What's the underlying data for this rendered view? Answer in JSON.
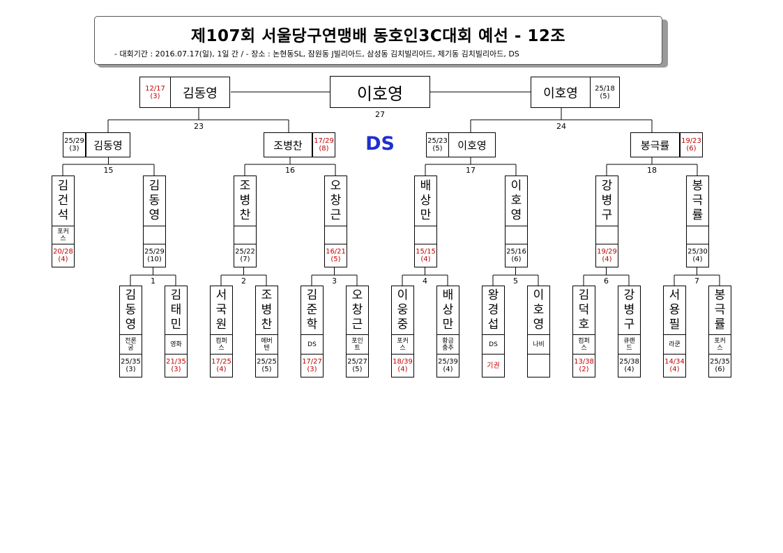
{
  "header": {
    "title": "제107회 서울당구연맹배 동호인3C대회 예선 - 12조",
    "subtitle": "- 대회기간 : 2016.07.17(일), 1일 간 / - 장소 : 논현동SL, 잠원동 J빌리아드, 삼성동 김치빌리아드, 제기동 김치빌리아드, DS"
  },
  "venue": "DS",
  "final": {
    "winner": "이호영",
    "match_no": "27",
    "left": {
      "name": "김동영",
      "score": "12/17",
      "innings": "(3)",
      "loss": true
    },
    "right": {
      "name": "이호영",
      "score": "25/18",
      "innings": "(5)",
      "loss": false
    }
  },
  "semis": {
    "left_no": "23",
    "right_no": "24",
    "players": [
      {
        "name": "김동영",
        "score": "25/29",
        "innings": "(3)",
        "loss": false
      },
      {
        "name": "조병찬",
        "score": "17/29",
        "innings": "(8)",
        "loss": true
      },
      {
        "name": "이호영",
        "score": "25/23",
        "innings": "(5)",
        "loss": false
      },
      {
        "name": "봉극률",
        "score": "19/23",
        "innings": "(6)",
        "loss": true
      }
    ]
  },
  "round2": {
    "match_nos": [
      "15",
      "16",
      "17",
      "18"
    ],
    "players": [
      {
        "name": "김건석",
        "club": "포커스",
        "score": "20/28",
        "innings": "(4)",
        "loss": true
      },
      {
        "name": "김동영",
        "club": "",
        "score": "25/29",
        "innings": "(10)",
        "loss": false
      },
      {
        "name": "조병찬",
        "club": "",
        "score": "25/22",
        "innings": "(7)",
        "loss": false
      },
      {
        "name": "오창근",
        "club": "",
        "score": "16/21",
        "innings": "(5)",
        "loss": true
      },
      {
        "name": "배상만",
        "club": "",
        "score": "15/15",
        "innings": "(4)",
        "loss": true
      },
      {
        "name": "이호영",
        "club": "",
        "score": "25/16",
        "innings": "(6)",
        "loss": false
      },
      {
        "name": "강병구",
        "club": "",
        "score": "19/29",
        "innings": "(4)",
        "loss": true
      },
      {
        "name": "봉극률",
        "club": "",
        "score": "25/30",
        "innings": "(4)",
        "loss": false
      }
    ]
  },
  "round1": {
    "match_nos": [
      "1",
      "2",
      "3",
      "4",
      "5",
      "6",
      "7"
    ],
    "players": [
      {
        "name": "김동영",
        "club": "전론궁",
        "score": "25/35",
        "innings": "(3)",
        "loss": false
      },
      {
        "name": "김태민",
        "club": "영화",
        "score": "21/35",
        "innings": "(3)",
        "loss": true
      },
      {
        "name": "서국원",
        "club": "컴퍼스",
        "score": "17/25",
        "innings": "(4)",
        "loss": true
      },
      {
        "name": "조병찬",
        "club": "에버텐",
        "score": "25/25",
        "innings": "(5)",
        "loss": false
      },
      {
        "name": "김준학",
        "club": "DS",
        "score": "17/27",
        "innings": "(3)",
        "loss": true
      },
      {
        "name": "오창근",
        "club": "포인트",
        "score": "25/27",
        "innings": "(5)",
        "loss": false
      },
      {
        "name": "이웅중",
        "club": "포커스",
        "score": "18/39",
        "innings": "(4)",
        "loss": true
      },
      {
        "name": "배상만",
        "club": "황금충추",
        "score": "25/39",
        "innings": "(4)",
        "loss": false
      },
      {
        "name": "왕경섭",
        "club": "DS",
        "score": "기권",
        "innings": "",
        "loss": true
      },
      {
        "name": "이호영",
        "club": "나비",
        "score": "",
        "innings": "",
        "loss": false
      },
      {
        "name": "김덕호",
        "club": "컴퍼스",
        "score": "13/38",
        "innings": "(2)",
        "loss": true
      },
      {
        "name": "강병구",
        "club": "큐랜드",
        "score": "25/38",
        "innings": "(4)",
        "loss": false
      },
      {
        "name": "서용필",
        "club": "라쿤",
        "score": "14/34",
        "innings": "(4)",
        "loss": true
      },
      {
        "name": "봉극률",
        "club": "포커스",
        "score": "25/35",
        "innings": "(6)",
        "loss": false
      }
    ]
  }
}
